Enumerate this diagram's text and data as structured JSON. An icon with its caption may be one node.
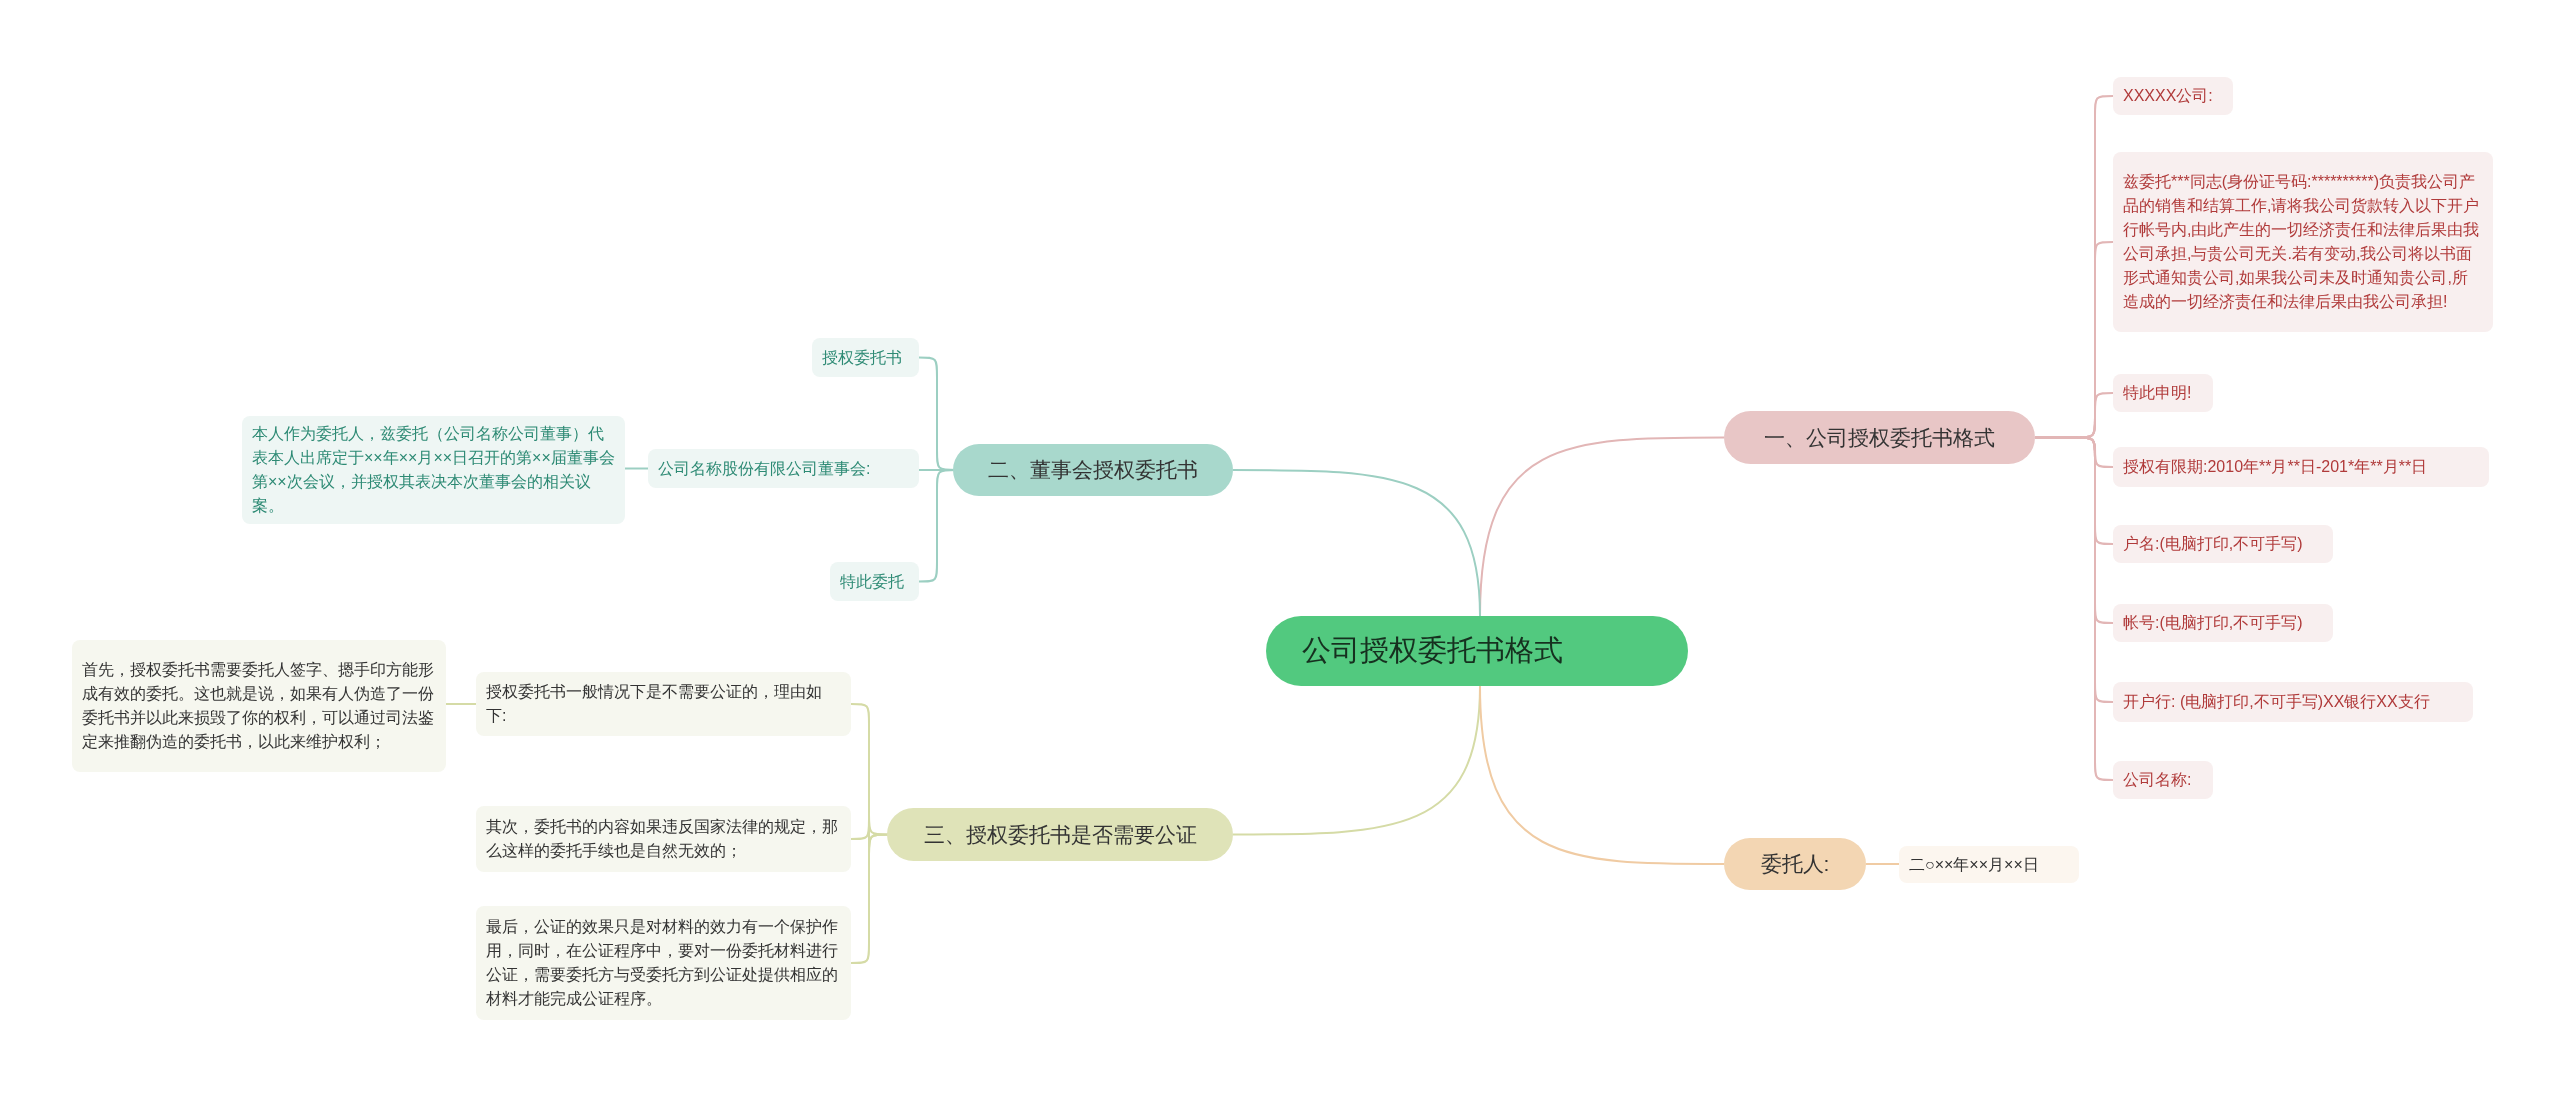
{
  "diagram": {
    "nodes": [
      {
        "text": [
          "公司授权委托书格式"
        ]
      },
      {
        "text": [
          "一、公司授权委托书格式"
        ]
      },
      {
        "text": [
          "XXXXX公司:"
        ]
      },
      {
        "text": [
          "兹委托***同志(身份证号码:**********)负责我公司产品的销售和结算工作,请将我公司货款转入以下开户行帐号内,由此产生的一切经济责任和法律后果由我公司承担,与贵公司无关.若有变动,我公司将以书面形式通知贵公司,如果我公司未及时通知贵公司,所造成的一切经济责任和法律后果由我公司承担!"
        ]
      },
      {
        "text": [
          "特此申明!"
        ]
      },
      {
        "text": [
          "授权有限期:2010年**月**日-201*年**月**日"
        ]
      },
      {
        "text": [
          "户名:(电脑打印,不可手写)"
        ]
      },
      {
        "text": [
          "帐号:(电脑打印,不可手写)"
        ]
      },
      {
        "text": [
          "开户行: (电脑打印,不可手写)XX银行XX支行"
        ]
      },
      {
        "text": [
          "公司名称:"
        ]
      },
      {
        "text": [
          "二、董事会授权委托书"
        ]
      },
      {
        "text": [
          "授权委托书"
        ]
      },
      {
        "text": [
          "公司名称股份有限公司董事会:"
        ]
      },
      {
        "text": [
          "本人作为委托人，兹委托（公司名称公司董事）代表本人出席定于××年××月××日召开的第××届董事会第××次会议，并授权其表决本次董事会的相关议案。"
        ]
      },
      {
        "text": [
          "特此委托"
        ]
      },
      {
        "text": [
          "三、授权委托书是否需要公证"
        ]
      },
      {
        "text": [
          "授权委托书一般情况下是不需要公证的，理由如下:"
        ]
      },
      {
        "text": [
          "首先，授权委托书需要委托人签字、摁手印方能形成有效的委托。这也就是说，如果有人伪造了一份委托书并以此来损毁了你的权利，可以通过司法鉴定来推翻伪造的委托书，以此来维护权利；"
        ]
      },
      {
        "text": [
          "其次，委托书的内容如果违反国家法律的规定，那么这样的委托手续也是自然无效的；"
        ]
      },
      {
        "text": [
          "最后，公证的效果只是对材料的效力有一个保护作用，同时，在公证程序中，要对一份委托材料进行公证，需要委托方与受委托方到公证处提供相应的材料才能完成公证程序。"
        ]
      },
      {
        "text": [
          "委托人:"
        ]
      },
      {
        "text": [
          "二○××年××月××日"
        ]
      }
    ],
    "edges": [
      {
        "from": 0,
        "to": 1,
        "arrow": "none",
        "color": "#e2b6b6"
      },
      {
        "from": 1,
        "to": 2,
        "arrow": "none",
        "color": "#e2b6b6"
      },
      {
        "from": 1,
        "to": 3,
        "arrow": "none",
        "color": "#e2b6b6"
      },
      {
        "from": 1,
        "to": 4,
        "arrow": "none",
        "color": "#e2b6b6"
      },
      {
        "from": 1,
        "to": 5,
        "arrow": "none",
        "color": "#e2b6b6"
      },
      {
        "from": 1,
        "to": 6,
        "arrow": "none",
        "color": "#e2b6b6"
      },
      {
        "from": 1,
        "to": 7,
        "arrow": "none",
        "color": "#e2b6b6"
      },
      {
        "from": 1,
        "to": 8,
        "arrow": "none",
        "color": "#e2b6b6"
      },
      {
        "from": 1,
        "to": 9,
        "arrow": "none",
        "color": "#e2b6b6"
      },
      {
        "from": 0,
        "to": 10,
        "arrow": "none",
        "color": "#9ccfc2"
      },
      {
        "from": 10,
        "to": 11,
        "arrow": "none",
        "color": "#9ccfc2"
      },
      {
        "from": 10,
        "to": 12,
        "arrow": "none",
        "color": "#9ccfc2"
      },
      {
        "from": 12,
        "to": 13,
        "arrow": "none",
        "color": "#9ccfc2"
      },
      {
        "from": 10,
        "to": 14,
        "arrow": "none",
        "color": "#9ccfc2"
      },
      {
        "from": 0,
        "to": 15,
        "arrow": "none",
        "color": "#d5dba6"
      },
      {
        "from": 15,
        "to": 16,
        "arrow": "none",
        "color": "#d5dba6"
      },
      {
        "from": 16,
        "to": 17,
        "arrow": "none",
        "color": "#d5dba6"
      },
      {
        "from": 15,
        "to": 18,
        "arrow": "none",
        "color": "#d5dba6"
      },
      {
        "from": 15,
        "to": 19,
        "arrow": "none",
        "color": "#d5dba6"
      },
      {
        "from": 0,
        "to": 20,
        "arrow": "none",
        "color": "#f0cba3"
      },
      {
        "from": 20,
        "to": 21,
        "arrow": "none",
        "color": "#f0cba3"
      }
    ]
  }
}
